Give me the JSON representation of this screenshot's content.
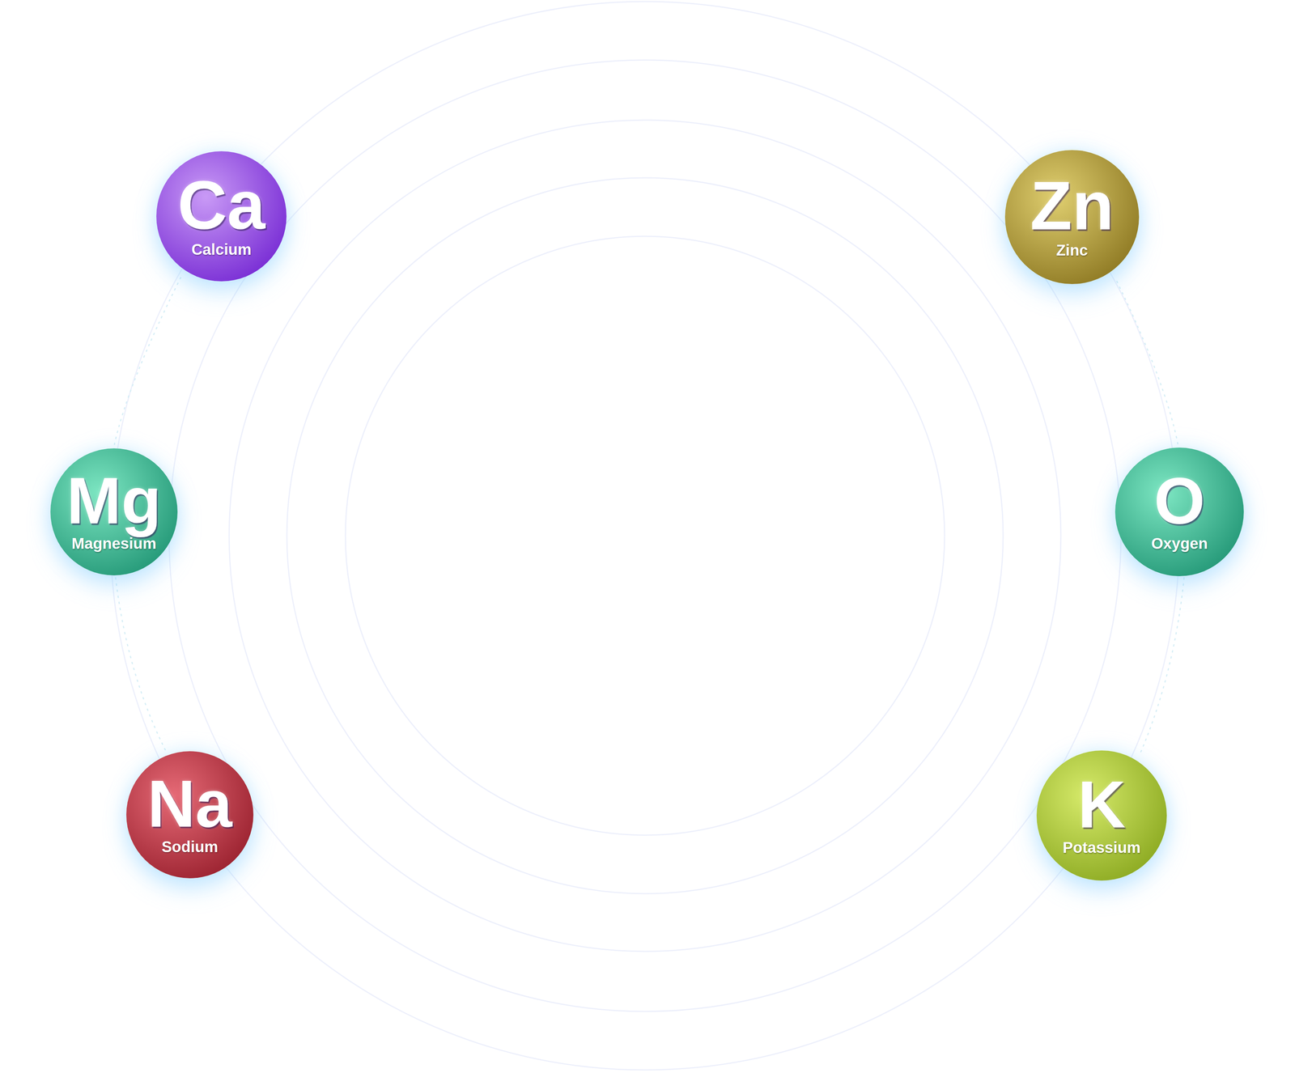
{
  "diagram": {
    "nodes": [
      {
        "text": [
          "Ca",
          "Calcium"
        ]
      },
      {
        "text": [
          "Zn",
          "Zinc"
        ]
      },
      {
        "text": [
          "Mg",
          "Magnesium"
        ]
      },
      {
        "text": [
          "O",
          "Oxygen"
        ]
      },
      {
        "text": [
          "Na",
          "Sodium"
        ]
      },
      {
        "text": [
          "K",
          "Potassium"
        ]
      }
    ]
  }
}
